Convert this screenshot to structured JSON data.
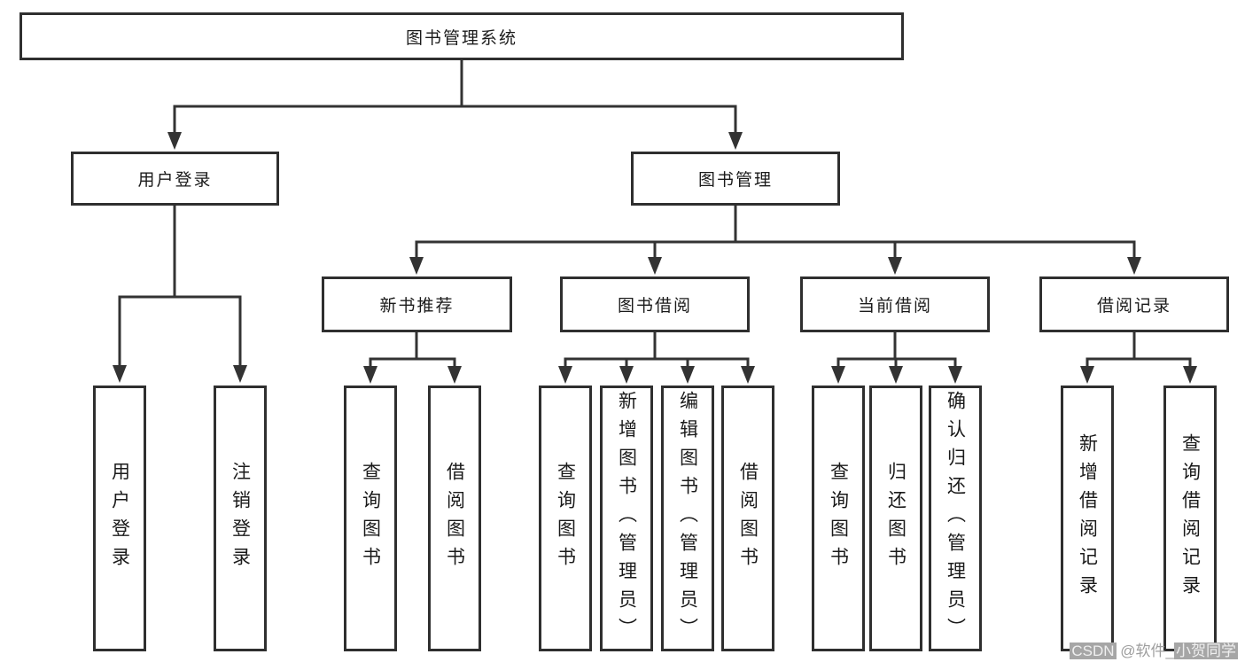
{
  "nodes": {
    "root": {
      "label": "图书管理系统"
    },
    "level2": [
      {
        "label": "用户登录"
      },
      {
        "label": "图书管理"
      }
    ],
    "level3": [
      {
        "label": "新书推荐"
      },
      {
        "label": "图书借阅"
      },
      {
        "label": "当前借阅"
      },
      {
        "label": "借阅记录"
      }
    ],
    "leaves": [
      {
        "label": "用户登录"
      },
      {
        "label": "注销登录"
      },
      {
        "label": "查询图书"
      },
      {
        "label": "借阅图书"
      },
      {
        "label": "查询图书"
      },
      {
        "label": "新增图书（管理员）"
      },
      {
        "label": "编辑图书（管理员）"
      },
      {
        "label": "借阅图书"
      },
      {
        "label": "查询图书"
      },
      {
        "label": "归还图书"
      },
      {
        "label": "确认归还（管理员）"
      },
      {
        "label": "新增借阅记录"
      },
      {
        "label": "查询借阅记录"
      }
    ]
  },
  "hierarchy": {
    "图书管理系统": {
      "用户登录": [
        "用户登录",
        "注销登录"
      ],
      "图书管理": {
        "新书推荐": [
          "查询图书",
          "借阅图书"
        ],
        "图书借阅": [
          "查询图书",
          "新增图书（管理员）",
          "编辑图书（管理员）",
          "借阅图书"
        ],
        "当前借阅": [
          "查询图书",
          "归还图书",
          "确认归还（管理员）"
        ],
        "借阅记录": [
          "新增借阅记录",
          "查询借阅记录"
        ]
      }
    }
  },
  "watermark": {
    "brand": "CSDN",
    "mid": " @软件_",
    "name": "小贺同学",
    "full_text": "CSDN @软件_小贺同学"
  },
  "colors": {
    "line": "#333333",
    "box_border": "#2f2f2f",
    "text": "#1a1a1a",
    "background": "#ffffff",
    "watermark": "#9e9e9e"
  }
}
